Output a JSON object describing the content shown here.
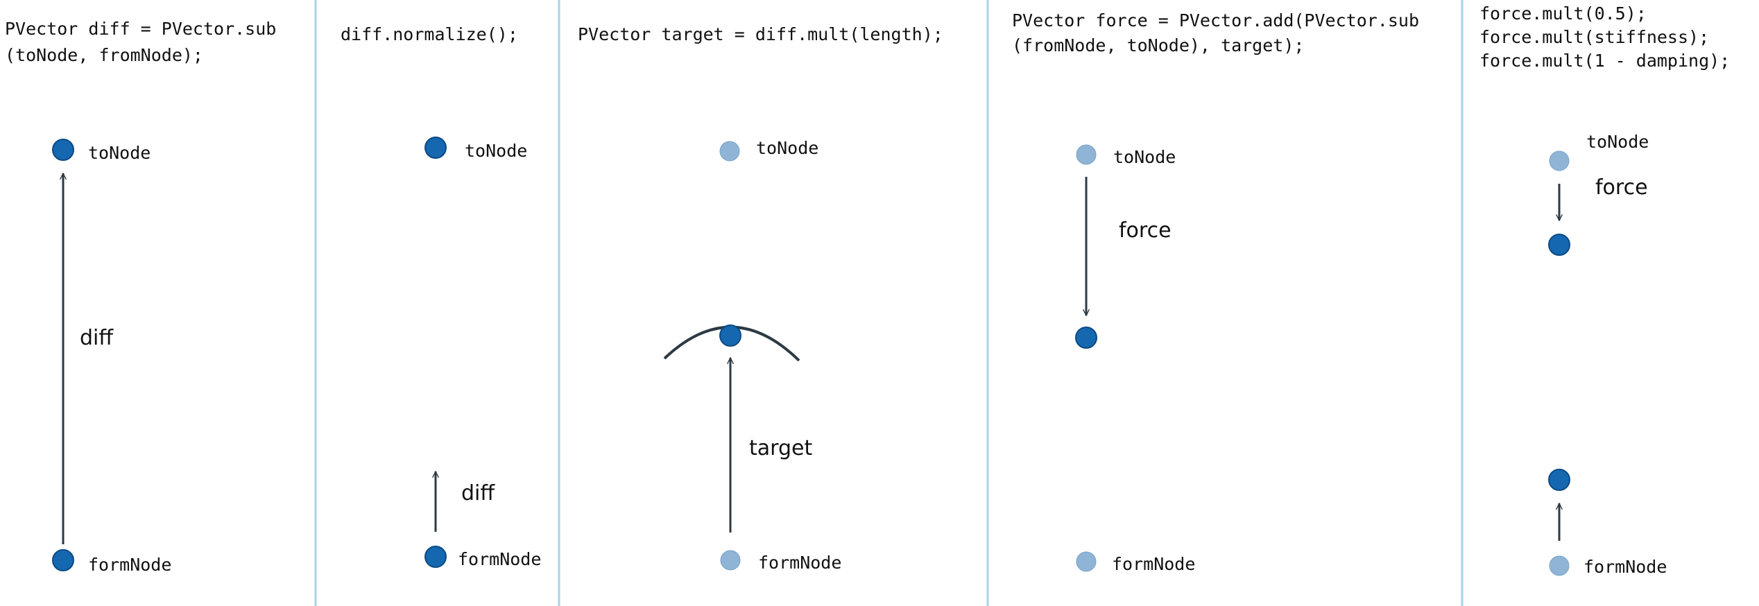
{
  "panels": [
    {
      "code_lines": [
        "PVector diff = PVector.sub",
        "(toNode, fromNode);"
      ],
      "labels": {
        "top_node": "toNode",
        "bottom_node": "formNode",
        "vector": "diff"
      }
    },
    {
      "code_lines": [
        "diff.normalize();"
      ],
      "labels": {
        "top_node": "toNode",
        "bottom_node": "formNode",
        "vector": "diff"
      }
    },
    {
      "code_lines": [
        "PVector target = diff.mult(length);"
      ],
      "labels": {
        "top_node": "toNode",
        "bottom_node": "formNode",
        "vector": "target"
      }
    },
    {
      "code_lines": [
        "PVector force = PVector.add(PVector.sub",
        "(fromNode, toNode), target);"
      ],
      "labels": {
        "top_node": "toNode",
        "bottom_node": "formNode",
        "vector": "force"
      }
    },
    {
      "code_lines": [
        "force.mult(0.5);",
        "force.mult(stiffness);",
        "force.mult(1 - damping);"
      ],
      "labels": {
        "top_node": "toNode",
        "bottom_node": "formNode",
        "vector": "force"
      }
    }
  ],
  "colors": {
    "node_solid": "#1568b0",
    "node_faded": "#8fb4d6",
    "divider": "#a9d3e6",
    "arrow": "#2c3a44"
  }
}
